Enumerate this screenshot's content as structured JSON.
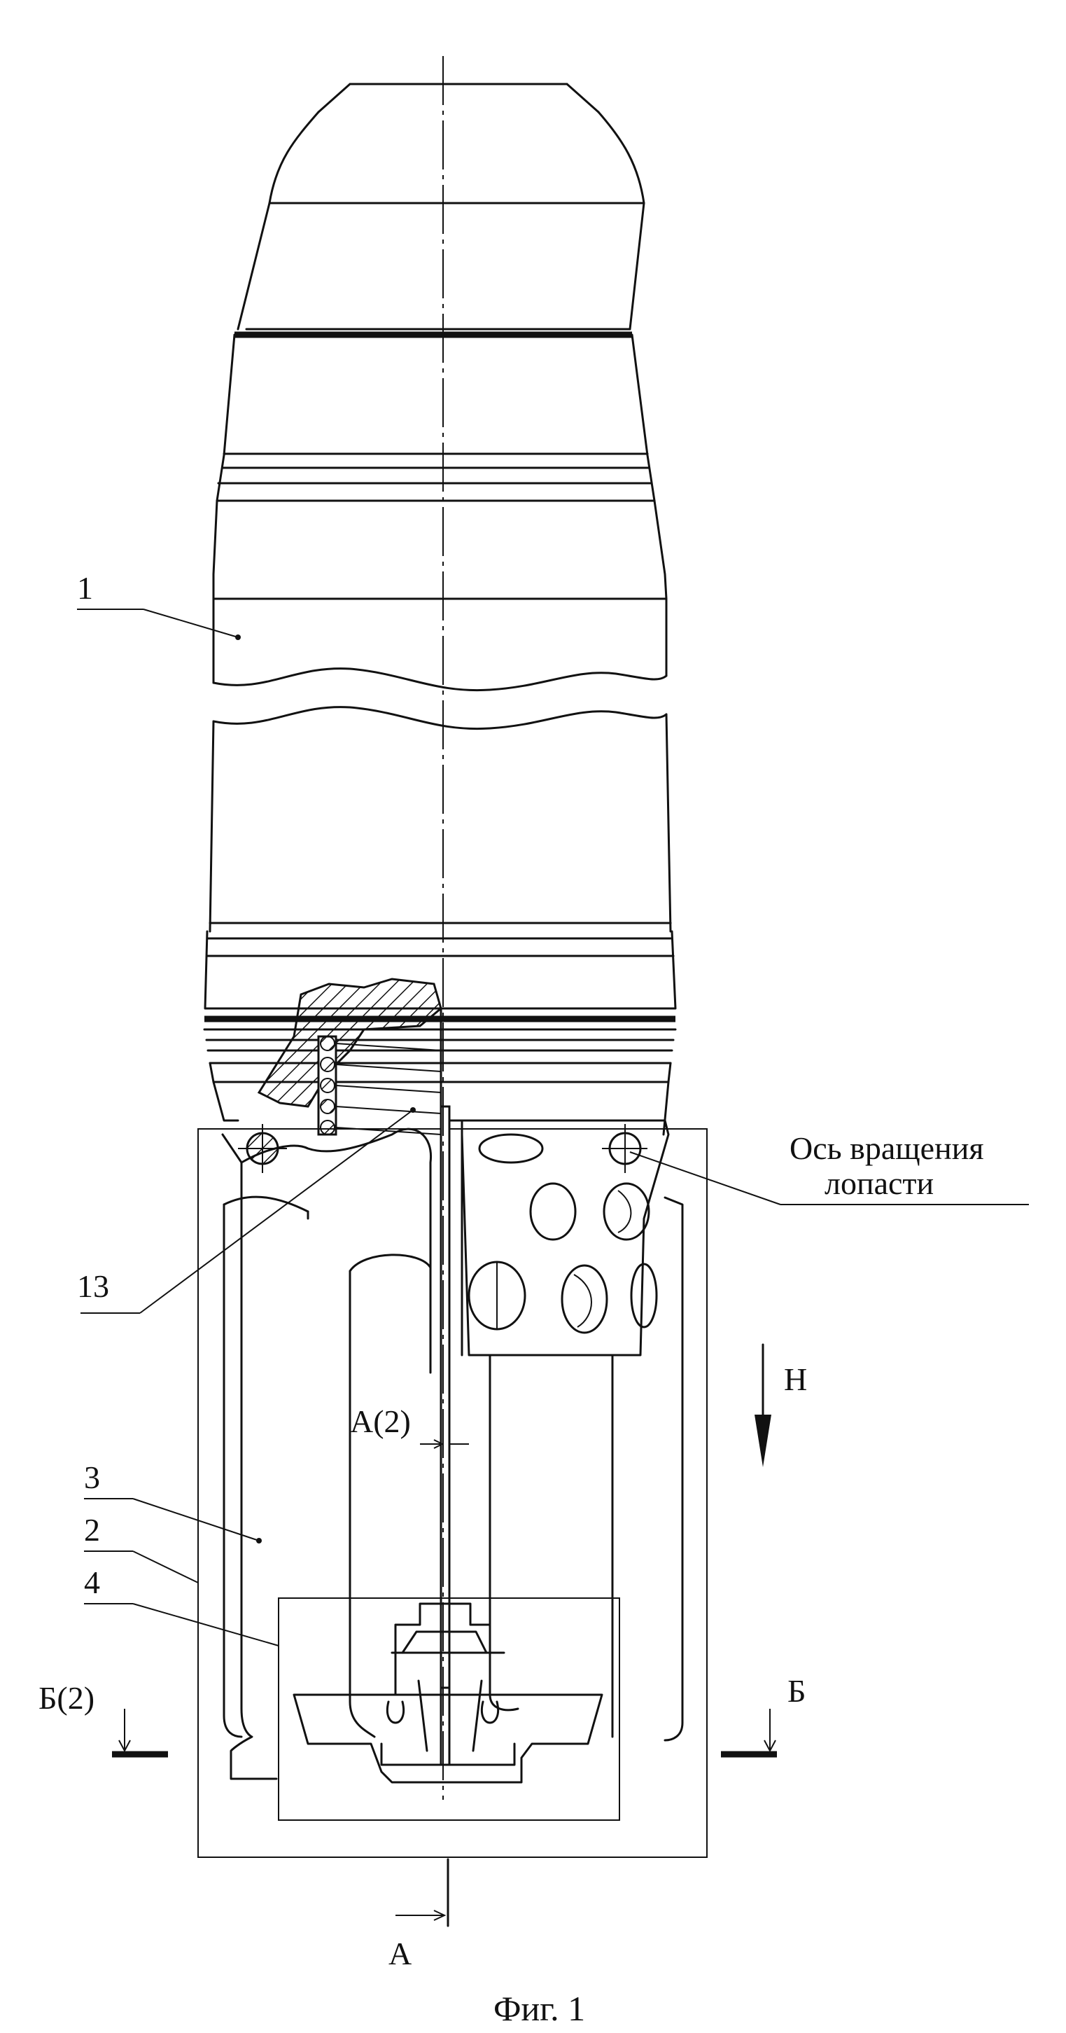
{
  "labels": {
    "l1": "1",
    "l13": "13",
    "l3": "3",
    "l2": "2",
    "l4": "4",
    "a2": "А(2)",
    "h": "Н",
    "b2": "Б(2)",
    "b": "Б",
    "a": "А",
    "axis_line1": "Ось вращения",
    "axis_line2": "лопасти"
  },
  "caption": "Фиг. 1"
}
